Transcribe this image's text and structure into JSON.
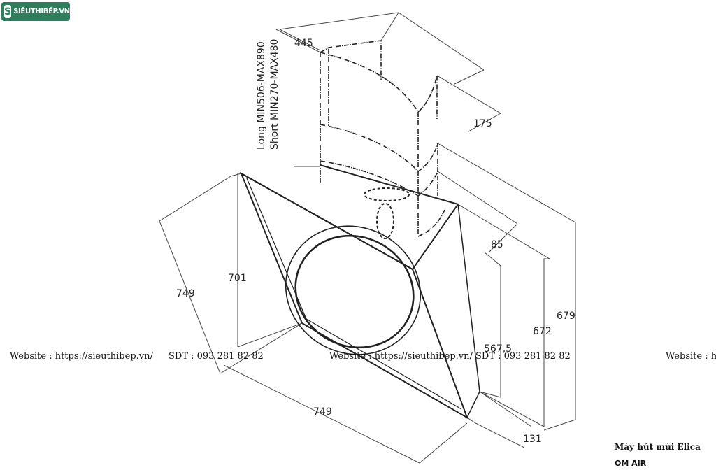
{
  "brand": {
    "logo_mark": "S",
    "logo_text": "SIÊUTHIBẾP.VN"
  },
  "dimensions": {
    "top_width": "445",
    "top_depth": "175",
    "long_range": "Long MIN506-MAX890",
    "short_range": "Short MIN270-MAX480",
    "chimney_offset": "85",
    "height_701": "701",
    "diag_749_left": "749",
    "width_749_bottom": "749",
    "height_679": "679",
    "height_672": "672",
    "height_567_5": "567,5",
    "depth_131": "131"
  },
  "watermark": {
    "website": "Website : https://sieuthibep.vn/",
    "phone": "SDT : 093 281 82 82",
    "website_2": "Website : https://sieuthibep.vn/",
    "phone_2": "SDT : 093 281 82 82",
    "website_3": "Website : h"
  },
  "caption": {
    "title": "Máy hút mùi Elica",
    "model": "OM AIR"
  }
}
